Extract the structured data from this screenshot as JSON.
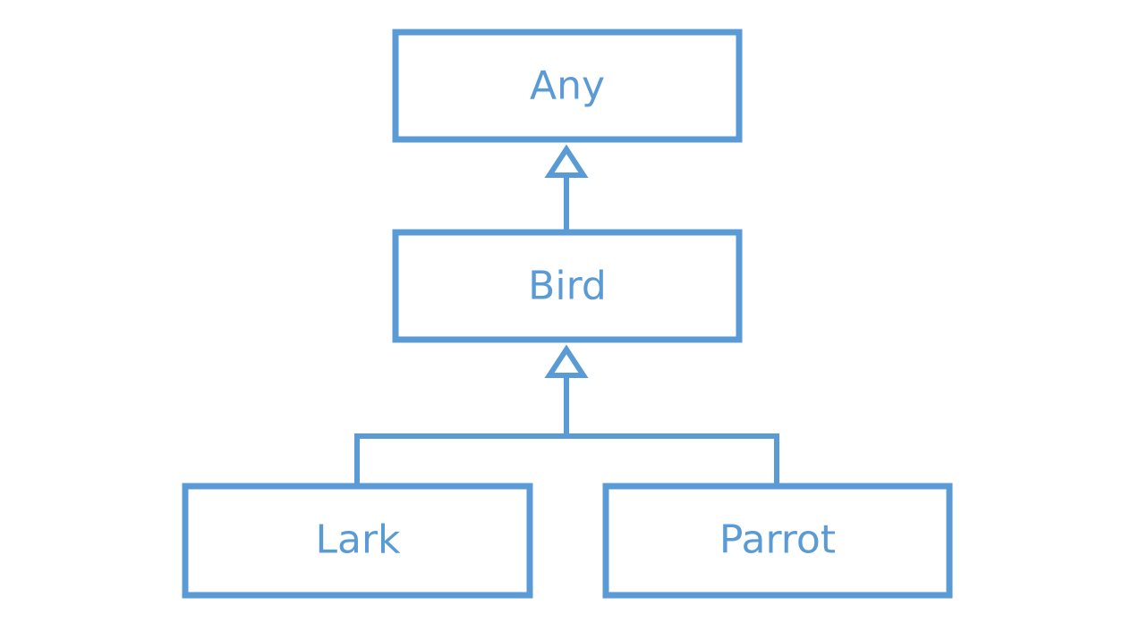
{
  "colors": {
    "stroke": "#5b9bd5",
    "text": "#5b9bd5",
    "background": "#ffffff"
  },
  "nodes": {
    "any": {
      "label": "Any"
    },
    "bird": {
      "label": "Bird"
    },
    "lark": {
      "label": "Lark"
    },
    "parrot": {
      "label": "Parrot"
    }
  },
  "edges": [
    {
      "from": "bird",
      "to": "any",
      "type": "inheritance"
    },
    {
      "from": "lark",
      "to": "bird",
      "type": "inheritance"
    },
    {
      "from": "parrot",
      "to": "bird",
      "type": "inheritance"
    }
  ]
}
